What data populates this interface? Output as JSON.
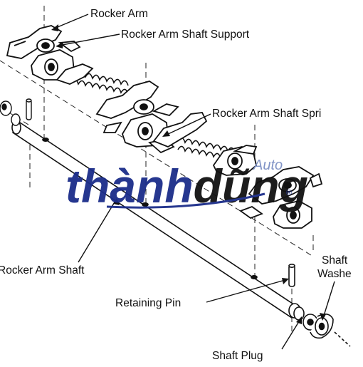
{
  "diagram": {
    "labels": {
      "rocker_arm": "Rocker Arm",
      "rocker_arm_shaft_support": "Rocker Arm Shaft Support",
      "rocker_arm_shaft_spring": "Rocker Arm Shaft Spri",
      "rocker_arm_shaft": "Rocker Arm Shaft",
      "retaining_pin": "Retaining Pin",
      "shaft_washer_line1": "Shaft",
      "shaft_washer_line2": "Washe",
      "shaft_plug": "Shaft Plug"
    },
    "watermark": {
      "brand_part1": "thành",
      "brand_part2": "dũng",
      "sub": "Auto",
      "mark": "®",
      "colors": {
        "primary": "#1b2d8a",
        "accent": "#7b8fc4"
      }
    }
  }
}
